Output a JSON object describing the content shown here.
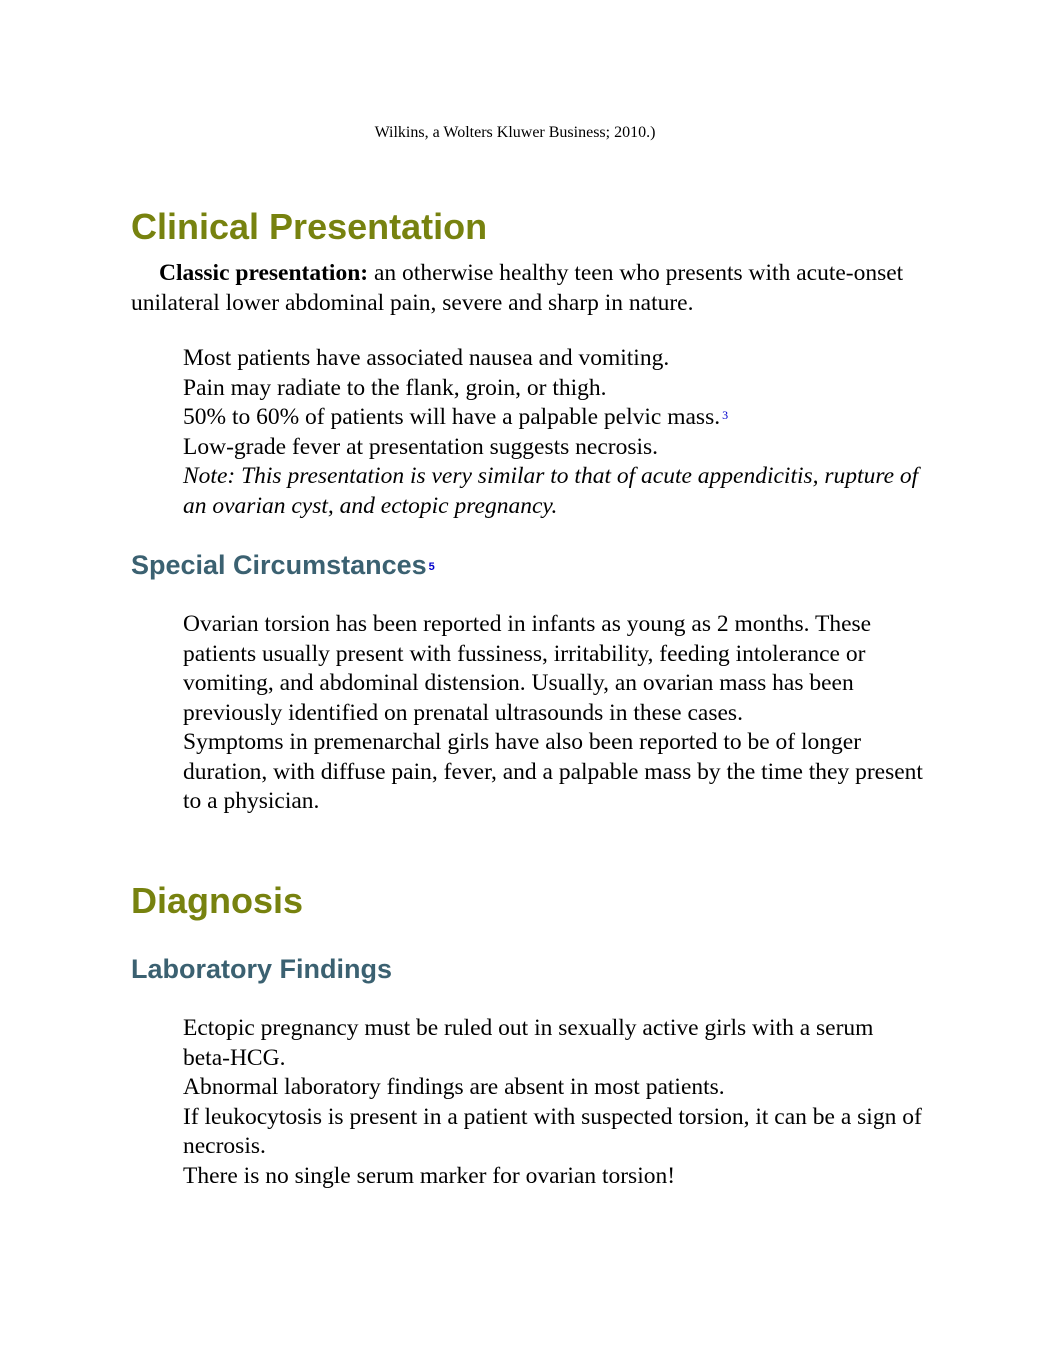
{
  "caption": "Wilkins, a Wolters Kluwer Business; 2010.)",
  "clinical": {
    "heading": "Clinical Presentation",
    "classic_label": "Classic presentation:",
    "classic_text": "an otherwise healthy teen who presents with acute-onset unilateral lower abdominal pain, severe and sharp in nature.",
    "items": [
      "Most patients have associated nausea and vomiting.",
      "Pain may radiate to the flank, groin, or thigh.",
      "50% to 60% of patients will have a palpable pelvic mass.",
      "Low-grade fever at presentation suggests necrosis."
    ],
    "item3_ref": "3",
    "note": "Note: This presentation is very similar to that of acute appendicitis, rupture of an ovarian cyst, and ectopic pregnancy."
  },
  "special": {
    "heading": "Special Circumstances",
    "ref": "5",
    "items": [
      "Ovarian torsion has been reported in infants as young as 2 months. These patients usually present with fussiness, irritability, feeding intolerance or vomiting, and abdominal distension. Usually, an ovarian mass has been previously identified on prenatal ultrasounds in these cases.",
      "Symptoms in premenarchal girls have also been reported to be of longer duration, with diffuse pain, fever, and a palpable mass by the time they present to a physician."
    ]
  },
  "diagnosis": {
    "heading": "Diagnosis"
  },
  "lab": {
    "heading": "Laboratory Findings",
    "items": [
      "Ectopic pregnancy must be ruled out in sexually active girls with a serum beta-HCG.",
      "Abnormal laboratory findings are absent in most patients.",
      "If leukocytosis is present in a patient with suspected torsion, it can be a sign of necrosis.",
      "There is no single serum marker for ovarian torsion!"
    ]
  }
}
